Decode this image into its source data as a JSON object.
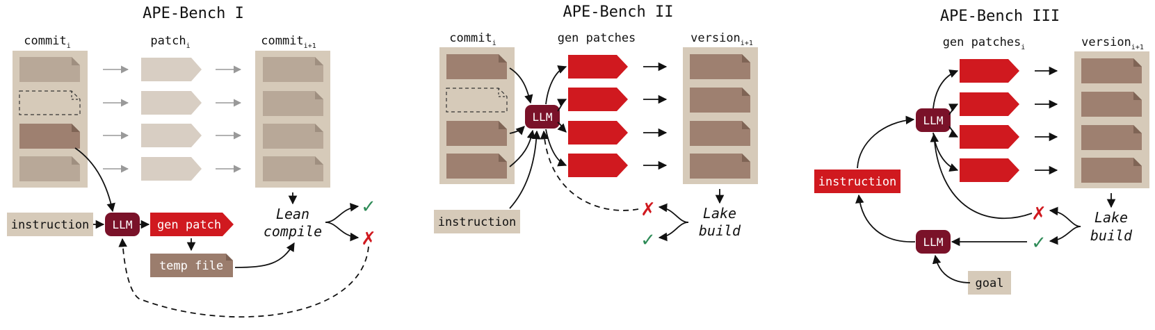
{
  "colors": {
    "beige_bg": "#d6cab9",
    "file_light": "#b8a898",
    "file_light_fold": "#9f8f80",
    "patch_light": "#d8cec3",
    "file_dark": "#9e8070",
    "file_dark_fold": "#7f6455",
    "red": "#d0191f",
    "llm": "#7a1229",
    "temp": "#9b7d6d",
    "arrow_gray": "#999999",
    "check": "#2e8b57",
    "cross": "#d0191f"
  },
  "panel1": {
    "title": "APE-Bench I",
    "commit_label": "commit",
    "commit_sub": "i",
    "patch_label": "patch",
    "patch_sub": "i",
    "next_label": "commit",
    "next_sub": "i+1",
    "instruction": "instruction",
    "llm": "LLM",
    "gen_patch": "gen patch",
    "temp_file": "temp file",
    "lean_line1": "Lean",
    "lean_line2": "compile",
    "check": "✓",
    "cross": "✗"
  },
  "panel2": {
    "title": "APE-Bench II",
    "commit_label": "commit",
    "commit_sub": "i",
    "gen_label": "gen patches",
    "version_label": "version",
    "version_sub": "i+1",
    "llm": "LLM",
    "instruction": "instruction",
    "lake_line1": "Lake",
    "lake_line2": "build",
    "check": "✓",
    "cross": "✗"
  },
  "panel3": {
    "title": "APE-Bench III",
    "gen_label": "gen patches",
    "gen_sub": "i",
    "version_label": "version",
    "version_sub": "i+1",
    "llm_top": "LLM",
    "llm_bottom": "LLM",
    "instruction": "instruction",
    "goal": "goal",
    "lake_line1": "Lake",
    "lake_line2": "build",
    "check": "✓",
    "cross": "✗"
  }
}
